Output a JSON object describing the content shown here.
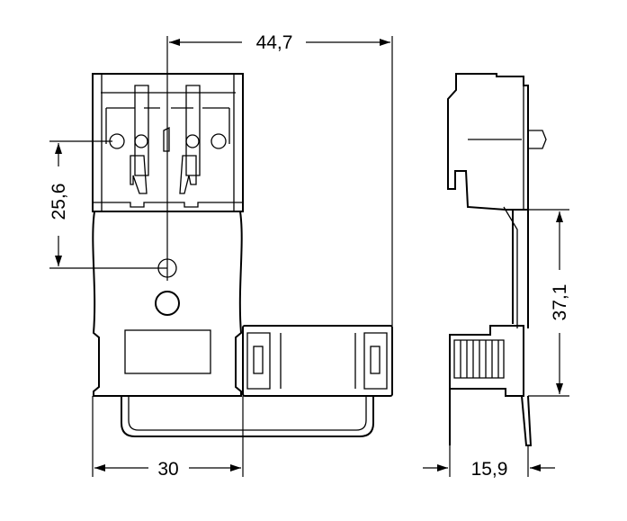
{
  "dimensions": {
    "overall_width": "44,7",
    "pin_spacing": "25,6",
    "body_width": "30",
    "side_height": "37,1",
    "side_depth": "15,9"
  },
  "colors": {
    "line": "#000000",
    "background": "#ffffff"
  }
}
